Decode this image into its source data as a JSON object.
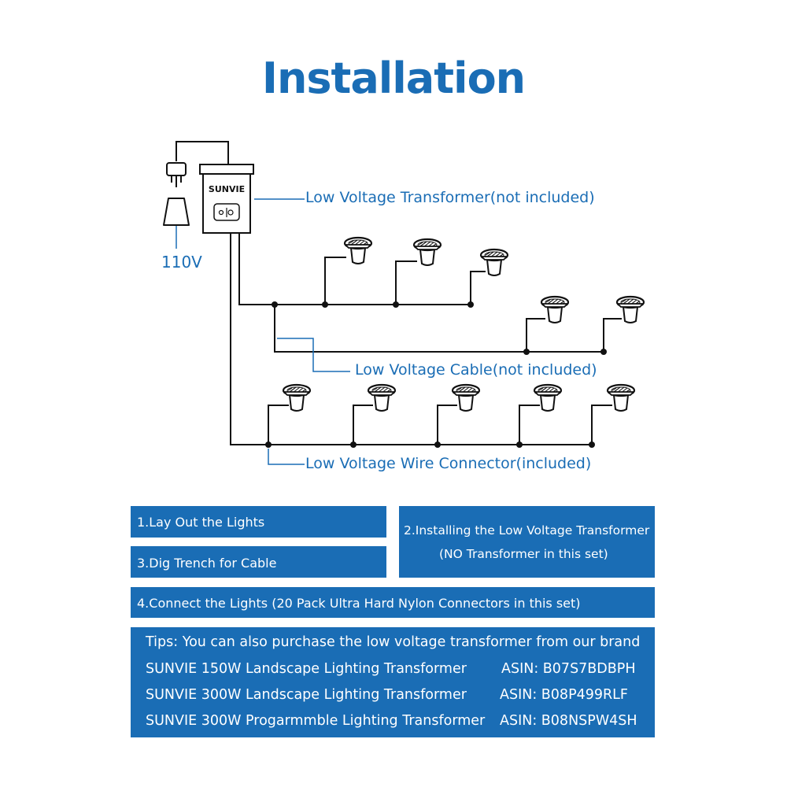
{
  "title": "Installation",
  "diagram": {
    "brand": "SUNVIE",
    "plug_voltage": "110V",
    "labels": {
      "transformer": "Low Voltage Transformer(not included)",
      "cable": "Low Voltage Cable(not included)",
      "connector": "Low Voltage Wire Connector(included)"
    }
  },
  "steps": {
    "step1": "1.Lay Out the Lights",
    "step2_line1": "2.Installing the Low Voltage Transformer",
    "step2_line2": "(NO Transformer in this set)",
    "step3": "3.Dig Trench for Cable",
    "step4": "4.Connect the Lights (20 Pack Ultra Hard Nylon Connectors in this set)"
  },
  "tips": {
    "heading": "Tips: You can also purchase the low voltage transformer from our brand",
    "products": [
      {
        "name": "SUNVIE 150W Landscape Lighting Transformer",
        "asin": "ASIN: B07S7BDBPH"
      },
      {
        "name": "SUNVIE 300W Landscape Lighting Transformer",
        "asin": "ASIN: B08P499RLF"
      },
      {
        "name": "SUNVIE 300W Progarmmble Lighting Transformer",
        "asin": "ASIN: B08NSPW4SH"
      }
    ]
  },
  "colors": {
    "accent": "#1a6db5",
    "line": "#111111"
  }
}
